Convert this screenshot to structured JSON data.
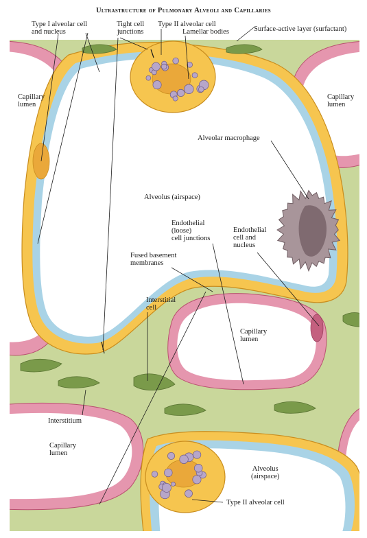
{
  "title": "Ultrastructure of Pulmonary Alveoli and Capillaries",
  "labels": {
    "type1_cell": "Type I alveolar cell\nand nucleus",
    "tight_junctions": "Tight cell\njunctions",
    "type2_cell_top": "Type II alveolar cell",
    "lamellar_bodies": "Lamellar bodies",
    "surfactant": "Surface-active layer (surfactant)",
    "capillary_lumen_left": "Capillary\nlumen",
    "capillary_lumen_right": "Capillary\nlumen",
    "alveolar_macrophage": "Alveolar macrophage",
    "alveolus_main": "Alveolus (airspace)",
    "endothelial_junctions": "Endothelial\n(loose)\ncell junctions",
    "endothelial_cell": "Endothelial\ncell and\nnucleus",
    "fused_membranes": "Fused basement\nmembranes",
    "interstitial_cell": "Interstitial\ncell",
    "capillary_lumen_center": "Capillary\nlumen",
    "interstitium": "Interstitium",
    "capillary_lumen_bottom": "Capillary\nlumen",
    "alveolus_bottom": "Alveolus\n(airspace)",
    "type2_cell_bottom": "Type II alveolar cell"
  },
  "colors": {
    "interstitium": "#c9d79b",
    "interstitium_edge": "#9fb36a",
    "endothelium": "#e596ae",
    "endothelium_edge": "#b8506f",
    "epithelium": "#f6c54f",
    "epithelium_edge": "#c98d1e",
    "surfactant": "#a9d3e6",
    "interstitial_cell": "#7a9a4a",
    "macrophage": "#a8959a",
    "lamellar_body": "#b7a6c9"
  }
}
